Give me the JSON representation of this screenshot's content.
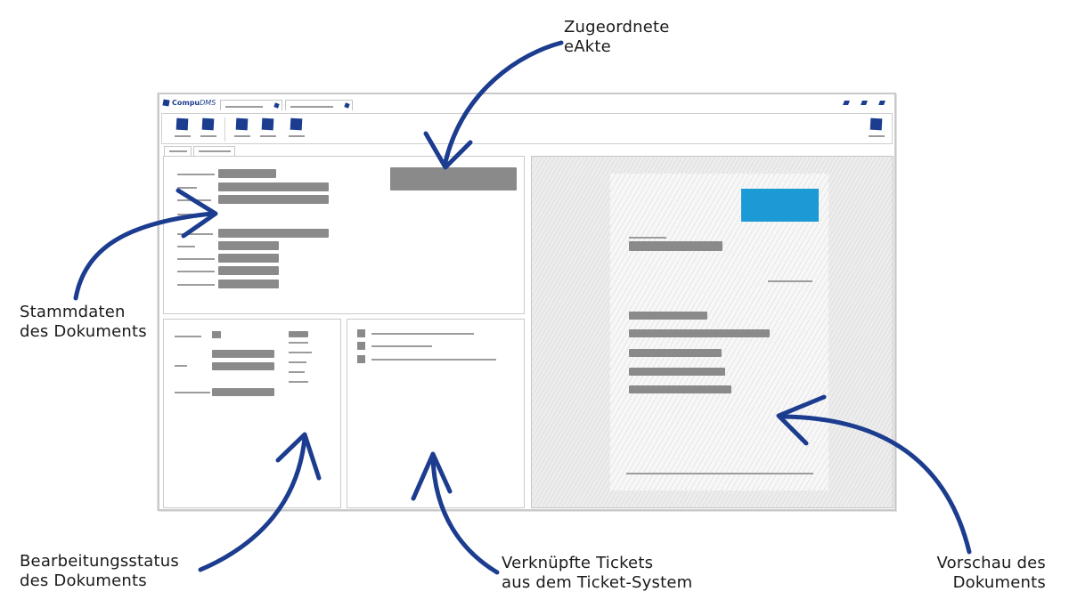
{
  "window": {
    "logo_prefix": "Compu",
    "logo_suffix": "DMS"
  },
  "colors": {
    "ink_blue": "#1c3d8f",
    "placeholder_gray": "#8a8a8a",
    "sketch_gray": "#c9c9c9",
    "preview_bg": "#e6e6e6",
    "accent_blue": "#1b9ad6"
  },
  "annotations": {
    "eakte": [
      "Zugeordnete",
      "eAkte"
    ],
    "stammdaten": [
      "Stammdaten",
      "des Dokuments"
    ],
    "status": [
      "Bearbeitungsstatus",
      "des Dokuments"
    ],
    "tickets": [
      "Verknüpfte Tickets",
      "aus dem Ticket-System"
    ],
    "vorschau": [
      "Vorschau des",
      "Dokuments"
    ]
  }
}
